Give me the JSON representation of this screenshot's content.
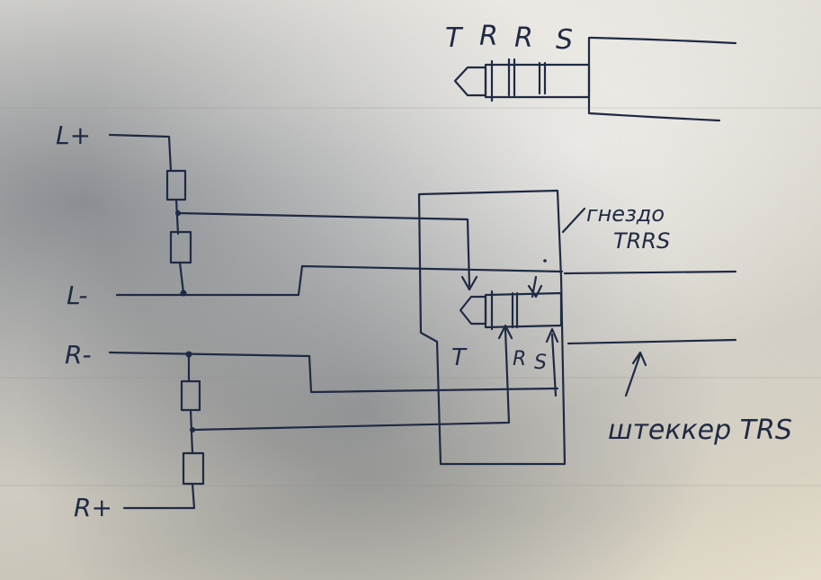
{
  "plug_top": {
    "pin_labels": [
      "T",
      "R",
      "R",
      "S"
    ]
  },
  "circuit": {
    "left_plus": "L+",
    "left_minus": "L-",
    "right_minus": "R-",
    "right_plus": "R+"
  },
  "socket": {
    "label_line1": "гнездо",
    "label_line2": "TRRS",
    "contact_t": "T",
    "contact_r": "R",
    "contact_s": "S"
  },
  "plug_trs": {
    "label": "штеккер TRS"
  },
  "ink_color": "#1f2a44"
}
